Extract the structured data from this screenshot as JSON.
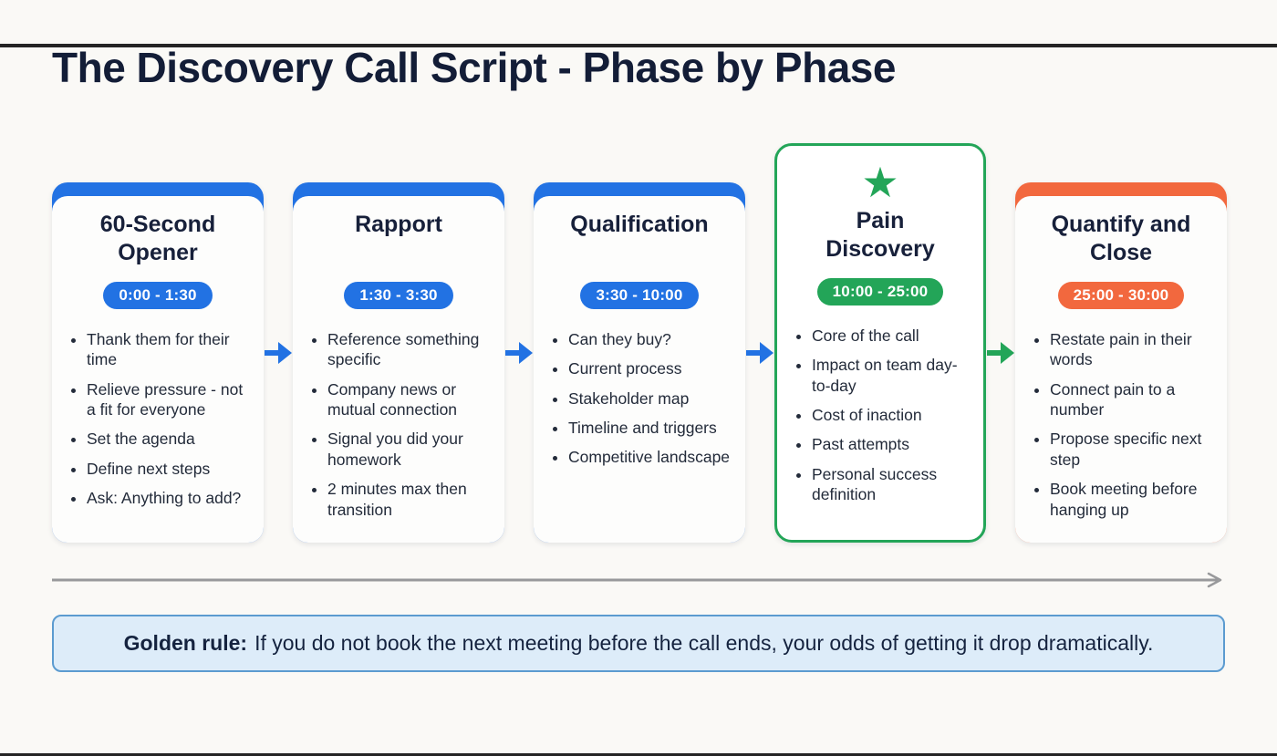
{
  "title": "The Discovery Call Script - Phase by Phase",
  "accent_colors": {
    "blue": "#2272e3",
    "green": "#23a558",
    "orange": "#f2683e"
  },
  "phases": [
    {
      "name": "60-Second Opener",
      "time": "0:00 - 1:30",
      "accent": "blue",
      "highlighted": false,
      "star_icon": false,
      "bullets": [
        "Thank them for their time",
        "Relieve pressure - not a fit for everyone",
        "Set the agenda",
        "Define next steps",
        "Ask: Anything to add?"
      ]
    },
    {
      "name": "Rapport",
      "time": "1:30 - 3:30",
      "accent": "blue",
      "highlighted": false,
      "star_icon": false,
      "bullets": [
        "Reference something specific",
        "Company news or mutual connection",
        "Signal you did your homework",
        "2 minutes max then transition"
      ]
    },
    {
      "name": "Qualification",
      "time": "3:30 - 10:00",
      "accent": "blue",
      "highlighted": false,
      "star_icon": false,
      "bullets": [
        "Can they buy?",
        "Current process",
        "Stakeholder map",
        "Timeline and triggers",
        "Competitive landscape"
      ]
    },
    {
      "name": "Pain Discovery",
      "time": "10:00 - 25:00",
      "accent": "green",
      "highlighted": true,
      "star_icon": true,
      "star_glyph": "★",
      "bullets": [
        "Core of the call",
        "Impact on team day-to-day",
        "Cost of inaction",
        "Past attempts",
        "Personal success definition"
      ]
    },
    {
      "name": "Quantify and Close",
      "time": "25:00 - 30:00",
      "accent": "orange",
      "highlighted": false,
      "star_icon": false,
      "bullets": [
        "Restate pain in their words",
        "Connect pain to a number",
        "Propose specific next step",
        "Book meeting before hanging up"
      ]
    }
  ],
  "arrows": [
    "blue",
    "blue",
    "blue",
    "green"
  ],
  "golden_rule": {
    "label": "Golden rule:",
    "text": "If you do not book the next meeting before the call ends, your odds of getting it drop dramatically."
  }
}
